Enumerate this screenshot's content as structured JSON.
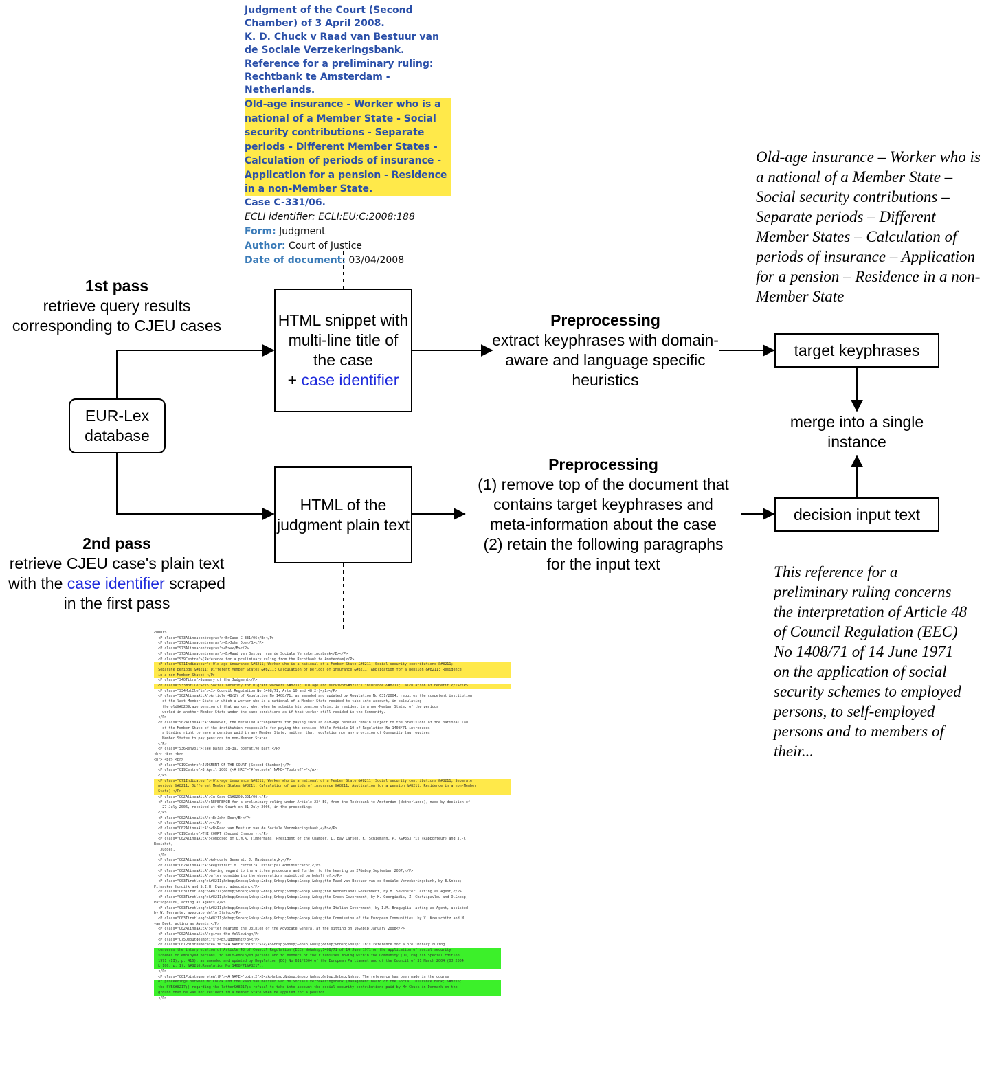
{
  "snippet": {
    "title_lines": [
      "Judgment of the Court (Second Chamber) of 3 April 2008.",
      "K. D. Chuck v Raad van Bestuur van de Sociale Verzekeringsbank.",
      "Reference for a preliminary ruling: Rechtbank te Amsterdam - Netherlands."
    ],
    "highlighted_keyphrases": "Old-age insurance - Worker who is a national of a Member State - Social security contributions - Separate periods - Different Member States - Calculation of periods of insurance - Application for a pension - Residence in a non-Member State.",
    "case": "Case C-331/06.",
    "ecli": "ECLI identifier: ECLI:EU:C:2008:188",
    "form_label": "Form:",
    "form_value": "Judgment",
    "author_label": "Author:",
    "author_value": "Court of Justice",
    "date_label": "Date of document:",
    "date_value": "03/04/2008"
  },
  "pass1": {
    "title": "1st pass",
    "text": "retrieve query results corresponding to CJEU cases"
  },
  "pass2": {
    "title": "2nd pass",
    "text_before": "retrieve CJEU case's plain text with the",
    "link": "case identifier",
    "text_after": "scraped in the first pass"
  },
  "nodes": {
    "eurlex": "EUR-Lex database",
    "snippet_box_text": "HTML snippet with multi-line title of the case",
    "snippet_box_plus": "+",
    "snippet_box_link": "case identifier",
    "plain_box": "HTML of the judgment plain text",
    "target": "target keyphrases",
    "merge": "merge into a single instance",
    "decision": "decision input text"
  },
  "prep1": {
    "title": "Preprocessing",
    "text": "extract keyphrases with domain-aware and language specific heuristics"
  },
  "prep2": {
    "title": "Preprocessing",
    "lines": [
      "(1) remove top of the document that",
      "contains target keyphrases and",
      "meta-information about the case",
      "(2) retain the following paragraphs",
      "for the input text"
    ]
  },
  "keyphrases_example": "Old-age insurance – Worker who is a national of a Member State – Social security contributions – Separate periods – Different Member States – Calculation of periods of insurance – Application for a pension – Residence in a non-Member State",
  "input_example": "This reference for a preliminary ruling concerns the interpretation of Article 48 of Council Regulation (EEC) No 1408/71 of 14 June 1971 on the application of social security schemes to employed persons, to self-employed persons and to members of their...",
  "code_lines": [
    {
      "t": "<BODY>",
      "h": ""
    },
    {
      "t": "  <P class=\"S73Alineacentregras\"><B>Case C-331/06</B></P>",
      "h": ""
    },
    {
      "t": "  <P class=\"S73Alineacentregras\"><B>John Doe</B></P>",
      "h": ""
    },
    {
      "t": "  <P class=\"S73Alineacentregras\"><B>v</B></P>",
      "h": ""
    },
    {
      "t": "  <P class=\"S73Alineacentregras\"><B>Raad van Bestuur van de Sociale Verzekeringsbank</B></P>",
      "h": ""
    },
    {
      "t": "  <P class=\"S39Centre\">(Reference for a preliminary ruling from the Rechtbank te Amsterdam)</P>",
      "h": ""
    },
    {
      "t": "  <P class=\"S71Indicateur\">(Old-age insurance &#8211; Worker who is a national of a Member State &#8211; Social security contributions &#8211;",
      "h": "y"
    },
    {
      "t": "  Separate periods &#8211; Different Member States &#8211; Calculation of periods of insurance &#8211; Application for a pension &#8211; Residence",
      "h": "y"
    },
    {
      "t": "  in a non-Member State) </P>",
      "h": "y"
    },
    {
      "t": "  <P class=\"S40Titre\">Summary of the Judgment</P>",
      "h": ""
    },
    {
      "t": "  <P class=\"S33MotCle\"><I> Social security for migrant workers &#8211; Old-age and survivor&#8217;s insurance &#8211; Calculation of benefit </I></P>",
      "h": "y"
    },
    {
      "t": "  <P class=\"S34MotCleFin\"><I>(Council Regulation No 1408/71, Arts 10 and 48(2))</I></P>",
      "h": ""
    },
    {
      "t": "  <P class=\"S02AlineaAltA\">Article 48(2) of Regulation No 1408/71, as amended and updated by Regulation No 631/2004, requires the competent institution",
      "h": ""
    },
    {
      "t": "    of the last Member State in which a worker who is a national of a Member State resided to take into account, in calculating",
      "h": ""
    },
    {
      "t": "    the old&#8209;age pension of that worker, who, when he submits his pension claim, is resident in a non-Member State, of the periods",
      "h": ""
    },
    {
      "t": "    worked in another Member State under the same conditions as if that worker still resided in the Community.",
      "h": ""
    },
    {
      "t": "  </P>",
      "h": ""
    },
    {
      "t": "  <P class=\"S02AlineaAltA\">However, the detailed arrangements for paying such an old-age pension remain subject to the provisions of the national law",
      "h": ""
    },
    {
      "t": "    of the Member State of the institution responsible for paying the pension. While Article 10 of Regulation No 1408/71 introduces",
      "h": ""
    },
    {
      "t": "    a binding right to have a pension paid in any Member State, neither that regulation nor any provision of Community law requires",
      "h": ""
    },
    {
      "t": "    Member States to pay pensions in non-Member States.",
      "h": ""
    },
    {
      "t": "  </P>",
      "h": ""
    },
    {
      "t": "  <P class=\"S36Renvoi\">(see paras 38-39, operative part)</P>",
      "h": ""
    },
    {
      "t": "<br> <br> <br>",
      "h": ""
    },
    {
      "t": "<br> <br> <br>",
      "h": ""
    },
    {
      "t": "  <P class=\"C19Centre\">JUDGMENT OF THE COURT (Second Chamber)</P>",
      "h": ""
    },
    {
      "t": "  <P class=\"C19Centre\">3 April 2008 (<A HREF=\"#footnote\" NAME=\"Footref\">*</A>)",
      "h": ""
    },
    {
      "t": "  </P>",
      "h": ""
    },
    {
      "t": "  <P class=\"C71Indicateur\">(Old-age insurance &#8211; Worker who is a national of a Member State &#8211; Social security contributions &#8211; Separate",
      "h": "y"
    },
    {
      "t": "  periods &#8211; Different Member States &#8211; Calculation of periods of insurance &#8211; Application for a pension &#8211; Residence in a non-Member",
      "h": "y"
    },
    {
      "t": "  State) </P>",
      "h": "y"
    },
    {
      "t": "  <P class=\"C02AlineaAltA\">In Case C&#8209;331/06,</P>",
      "h": ""
    },
    {
      "t": "  <P class=\"C02AlineaAltA\">REFERENCE for a preliminary ruling under Article 234 EC, from the Rechtbank te Amsterdam (Netherlands), made by decision of",
      "h": ""
    },
    {
      "t": "    27 July 2006, received at the Court on 31 July 2006, in the proceedings",
      "h": ""
    },
    {
      "t": "  </P>",
      "h": ""
    },
    {
      "t": "  <P class=\"C02AlineaAltA\"><B>John Doe</B></P>",
      "h": ""
    },
    {
      "t": "  <P class=\"C02AlineaAltA\">v</P>",
      "h": ""
    },
    {
      "t": "  <P class=\"C02AlineaAltA\"><B>Raad van Bestuur van de Sociale Verzekeringsbank,</B></P>",
      "h": ""
    },
    {
      "t": "  <P class=\"C19Centre\">THE COURT (Second Chamber),</P>",
      "h": ""
    },
    {
      "t": "  <P class=\"C02AlineaAltA\">composed of C.W.A. Timmermans, President of the Chamber, L. Bay Larsen, K. Schiemann, P. K&#363;ris (Rapporteur) and J.-C.",
      "h": ""
    },
    {
      "t": "Bonichot,",
      "h": ""
    },
    {
      "t": "   Judges,",
      "h": ""
    },
    {
      "t": "  </P>",
      "h": ""
    },
    {
      "t": "  <P class=\"C02AlineaAltA\">Advocate General: J. Maz&aacute;k,</P>",
      "h": ""
    },
    {
      "t": "  <P class=\"C02AlineaAltA\">Registrar: M. Ferreira, Principal Administrator,</P>",
      "h": ""
    },
    {
      "t": "  <P class=\"C02AlineaAltA\">having regard to the written procedure and further to the hearing on 27&nbsp;September 2007,</P>",
      "h": ""
    },
    {
      "t": "  <P class=\"C02AlineaAltA\">after considering the observations submitted on behalf of:</P>",
      "h": ""
    },
    {
      "t": "  <P class=\"C03Tiretlong\">&#8211;&nbsp;&nbsp;&nbsp;&nbsp;&nbsp;&nbsp;&nbsp;&nbsp;the Raad van Bestuur van de Sociale Verzekeringsbank, by E.&nbsp;",
      "h": ""
    },
    {
      "t": "Pijnacker Hordijk and S.I.H. Evans, advocaten,</P>",
      "h": ""
    },
    {
      "t": "  <P class=\"C03Tiretlong\">&#8211;&nbsp;&nbsp;&nbsp;&nbsp;&nbsp;&nbsp;&nbsp;&nbsp;the Netherlands Government, by H. Sevenster, acting as Agent,</P>",
      "h": ""
    },
    {
      "t": "  <P class=\"C03Tiretlong\">&#8211;&nbsp;&nbsp;&nbsp;&nbsp;&nbsp;&nbsp;&nbsp;&nbsp;the Greek Government, by K. Georgiadis, Z. Chatzipavlou and O.&nbsp;",
      "h": ""
    },
    {
      "t": "Patsopoulou, acting as Agents,</P>",
      "h": ""
    },
    {
      "t": "  <P class=\"C03Tiretlong\">&#8211;&nbsp;&nbsp;&nbsp;&nbsp;&nbsp;&nbsp;&nbsp;&nbsp;the Italian Government, by I.M. Braguglia, acting as Agent, assisted",
      "h": ""
    },
    {
      "t": "by W. Ferrante, avvocato dello Stato,</P>",
      "h": ""
    },
    {
      "t": "  <P class=\"C03Tiretlong\">&#8211;&nbsp;&nbsp;&nbsp;&nbsp;&nbsp;&nbsp;&nbsp;&nbsp;the Commission of the European Communities, by V. Kreuschitz and M.",
      "h": ""
    },
    {
      "t": "van Beek, acting as Agents,</P>",
      "h": ""
    },
    {
      "t": "  <P class=\"C02AlineaAltA\">after hearing the Opinion of the Advocate General at the sitting on 10&nbsp;January 2008</P>",
      "h": ""
    },
    {
      "t": "  <P class=\"C02AlineaAltA\">gives the following</P>",
      "h": ""
    },
    {
      "t": "  <P class=\"C75Debutdesmotifs\"><B>Judgment</B></P>",
      "h": ""
    },
    {
      "t": "  <P class=\"C01PointnumeroteAltN\"><A NAME=\"point1\">1</A>&nbsp;&nbsp;&nbsp;&nbsp;&nbsp;&nbsp;&nbsp; This reference for a preliminary ruling",
      "h": ""
    },
    {
      "t": "  concerns the interpretation of Article 48 of Council Regulation (EEC) No&nbsp;1408/71 of 14 June 1971 on the application of social security",
      "h": "g"
    },
    {
      "t": "  schemes to employed persons, to self-employed persons and to members of their families moving within the Community (OJ, English Special Edition",
      "h": "g"
    },
    {
      "t": "  1971 (II), p. 416), as amended and updated by Regulation (EC) No 631/2004 of the European Parliament and of the Council of 31 March 2004 (OJ 2004",
      "h": "g"
    },
    {
      "t": "  L 100, p. 1); &#8216;Regulation No 1408/71&#8217;.",
      "h": "g"
    },
    {
      "t": "  </P>",
      "h": ""
    },
    {
      "t": "  <P class=\"C01PointnumeroteAltN\"><A NAME=\"point2\">2</A>&nbsp;&nbsp;&nbsp;&nbsp;&nbsp;&nbsp;&nbsp; The reference has been made in the course",
      "h": ""
    },
    {
      "t": "  of proceedings between Mr Chuck and the Raad van Bestuur van de Sociale Verzekeringsbank (Management Board of the Social Insurance Bank; &#8216;",
      "h": "g"
    },
    {
      "t": "  the SVB&#8217;) regarding the latter&#8217;s refusal to take into account the social security contributions paid by Mr Chuck in Denmark on the",
      "h": "g"
    },
    {
      "t": "  ground that he was not resident in a Member State when he applied for a pension.",
      "h": "g"
    },
    {
      "t": "  </P>",
      "h": ""
    }
  ]
}
